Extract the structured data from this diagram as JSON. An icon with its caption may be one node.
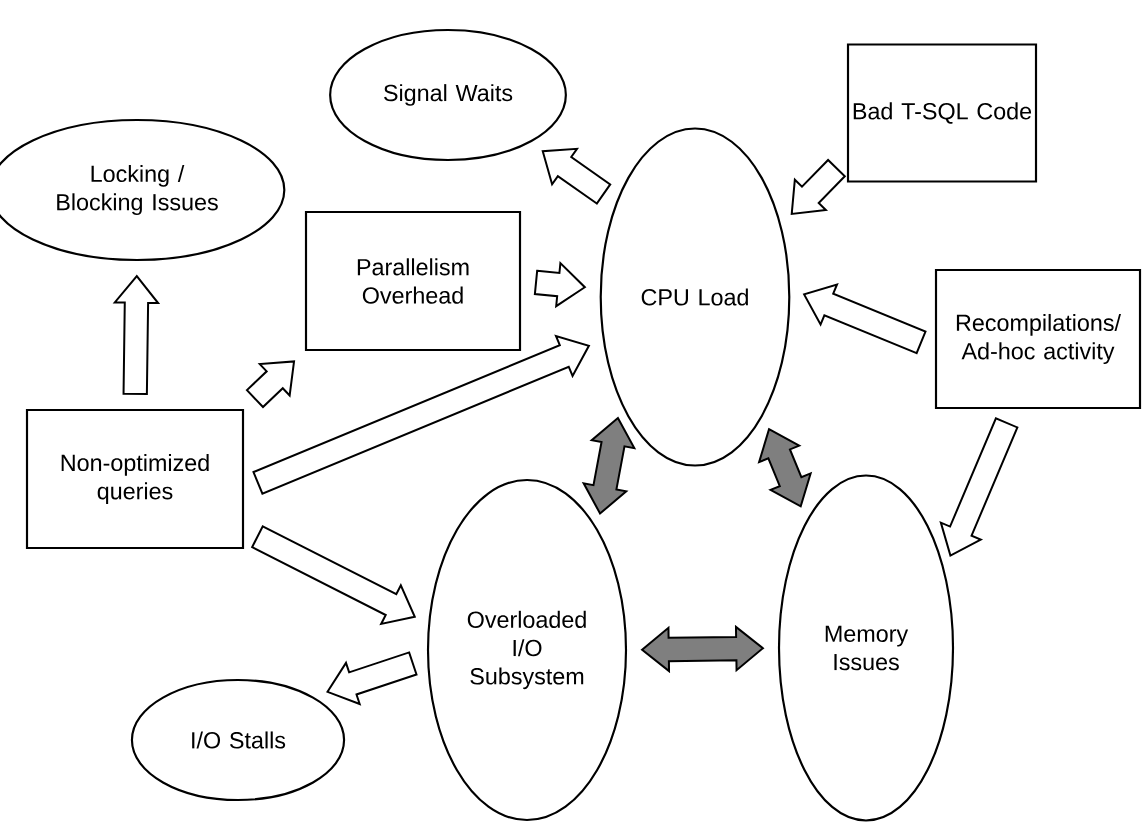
{
  "diagram": {
    "nodes": [
      {
        "text": [
          "Locking / Blocking Issues"
        ]
      },
      {
        "text": [
          "Signal Waits"
        ]
      },
      {
        "text": [
          "Bad T-SQL Code"
        ]
      },
      {
        "text": [
          "Parallelism Overhead"
        ]
      },
      {
        "text": [
          "CPU Load"
        ]
      },
      {
        "text": [
          "Recompilations/ Ad-hoc activity"
        ]
      },
      {
        "text": [
          "Non-optimized queries"
        ]
      },
      {
        "text": [
          "Overloaded I/O Subsystem"
        ]
      },
      {
        "text": [
          "Memory Issues"
        ]
      },
      {
        "text": [
          "I/O Stalls"
        ]
      }
    ],
    "edges": [
      {
        "from": 6,
        "to": 0,
        "arrow": "to"
      },
      {
        "from": 6,
        "to": 3,
        "arrow": "to"
      },
      {
        "from": 6,
        "to": 4,
        "arrow": "to"
      },
      {
        "from": 6,
        "to": 7,
        "arrow": "to"
      },
      {
        "from": 3,
        "to": 4,
        "arrow": "to"
      },
      {
        "from": 4,
        "to": 1,
        "arrow": "to"
      },
      {
        "from": 2,
        "to": 4,
        "arrow": "to"
      },
      {
        "from": 5,
        "to": 4,
        "arrow": "to"
      },
      {
        "from": 5,
        "to": 8,
        "arrow": "to"
      },
      {
        "from": 4,
        "to": 7,
        "arrow": "both",
        "color": "#7f7f7f"
      },
      {
        "from": 4,
        "to": 8,
        "arrow": "both",
        "color": "#7f7f7f"
      },
      {
        "from": 7,
        "to": 8,
        "arrow": "both",
        "color": "#7f7f7f"
      },
      {
        "from": 7,
        "to": 9,
        "arrow": "to"
      }
    ]
  }
}
